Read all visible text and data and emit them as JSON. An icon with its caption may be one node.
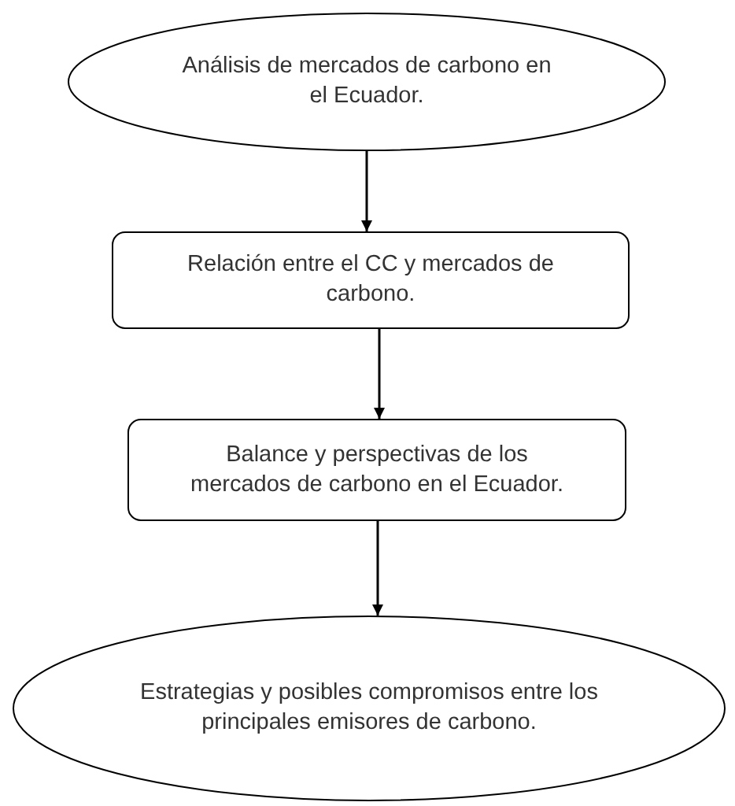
{
  "diagram": {
    "nodes": [
      {
        "text": [
          "Análisis de mercados de carbono en el Ecuador."
        ]
      },
      {
        "text": [
          "Relación entre el CC y mercados de carbono."
        ]
      },
      {
        "text": [
          "Balance y perspectivas de los mercados de carbono en el Ecuador."
        ]
      },
      {
        "text": [
          "Estrategias y posibles compromisos entre los principales emisores de carbono."
        ]
      }
    ],
    "edges": [
      {
        "from": 0,
        "to": 1,
        "arrow": "to"
      },
      {
        "from": 1,
        "to": 2,
        "arrow": "to"
      },
      {
        "from": 2,
        "to": 3,
        "arrow": "to"
      }
    ]
  }
}
